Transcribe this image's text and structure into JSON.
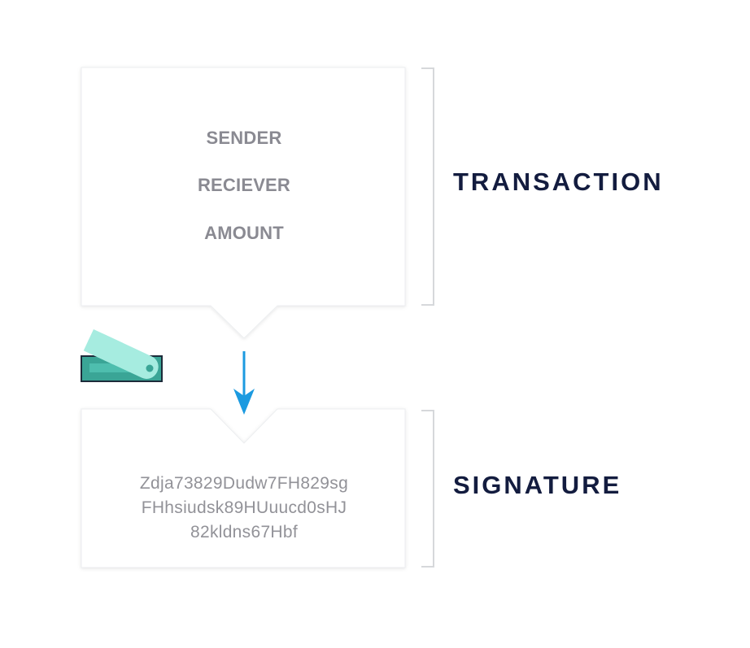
{
  "transaction_box": {
    "fields": [
      "SENDER",
      "RECIEVER",
      "AMOUNT"
    ]
  },
  "signature_box": {
    "lines": [
      "Zdja73829Dudw7FH829sg",
      "FHhsiudsk89HUuucd0sHJ",
      "82kldns67Hbf"
    ]
  },
  "labels": {
    "transaction": "TRANSACTION",
    "signature": "SIGNATURE"
  },
  "colors": {
    "box_border": "#eceef0",
    "bracket": "#d6d8db",
    "arrow": "#1b9ae0",
    "device_teal": "#5ed3c3",
    "device_dark": "#3aa596",
    "label_text": "#131c3f",
    "field_text": "#8a8a92"
  },
  "icons": [
    "hardware-wallet-icon",
    "down-arrow-icon"
  ]
}
